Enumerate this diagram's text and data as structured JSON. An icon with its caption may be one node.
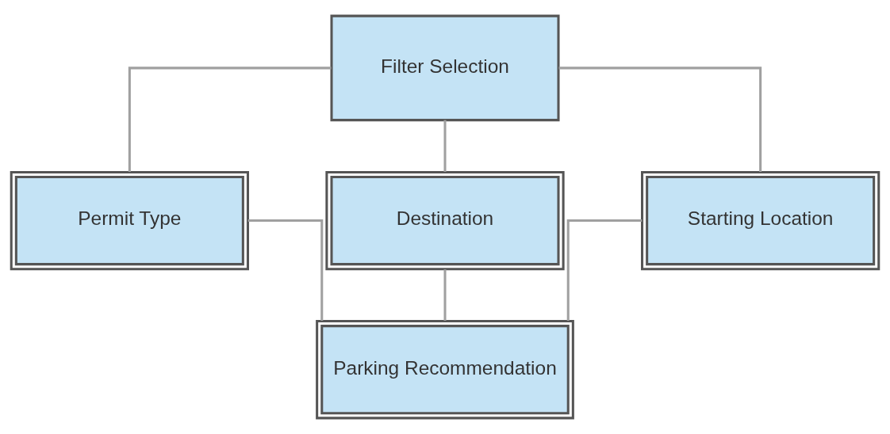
{
  "diagram": {
    "nodes": [
      {
        "text": [
          "Filter Selection"
        ]
      },
      {
        "text": [
          "Permit Type"
        ]
      },
      {
        "text": [
          "Destination"
        ]
      },
      {
        "text": [
          "Starting Location"
        ]
      },
      {
        "text": [
          "Parking Recommendation"
        ]
      }
    ],
    "edges": [
      {
        "from": 0,
        "to": 1,
        "arrow": "none"
      },
      {
        "from": 0,
        "to": 2,
        "arrow": "none"
      },
      {
        "from": 0,
        "to": 3,
        "arrow": "none"
      },
      {
        "from": 1,
        "to": 4,
        "arrow": "none"
      },
      {
        "from": 2,
        "to": 4,
        "arrow": "none"
      },
      {
        "from": 3,
        "to": 4,
        "arrow": "none"
      }
    ]
  }
}
